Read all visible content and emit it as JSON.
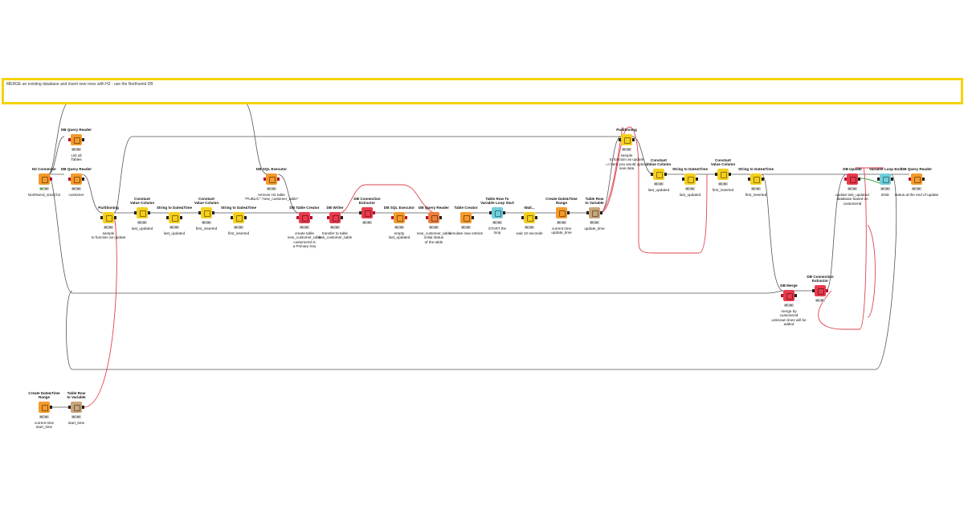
{
  "annotation": "MERGE an existing database and insert new rows with H2 - use the Northwind DB",
  "colors": {
    "annotation_border": "#f5d20c",
    "flow_variable_line": "#e0434f",
    "table_line": "#555555",
    "source": "#f59a2a",
    "manipulator": "#f6cf1c",
    "db": "#ea3a4d",
    "loop": "#6fcfdc"
  },
  "nodes": [
    {
      "id": "h2",
      "title": "H2 Connector",
      "label": "Northwind_small.h2",
      "color": "c-orange",
      "icon": "database-icon",
      "db_out": true
    },
    {
      "id": "qr1",
      "title": "DB Query Reader",
      "label": "List all\nTables",
      "color": "c-orange",
      "icon": "query-icon",
      "db_in": true
    },
    {
      "id": "qr2",
      "title": "DB Query Reader",
      "label": "customer",
      "color": "c-orange",
      "icon": "query-icon",
      "db_in": true
    },
    {
      "id": "part1",
      "title": "Partitioning",
      "label": "sample\nto function as update",
      "color": "c-yellow",
      "icon": "partition-icon"
    },
    {
      "id": "cvc1",
      "title": "Constant\nValue Column",
      "label": "last_updated",
      "color": "c-yellow",
      "icon": "column-icon"
    },
    {
      "id": "s2d1",
      "title": "String to Date&Time",
      "label": "last_updated",
      "color": "c-yellow",
      "icon": "datetime-icon"
    },
    {
      "id": "cvc2",
      "title": "Constant\nValue Column",
      "label": "first_inserted",
      "color": "c-yellow",
      "icon": "column-icon"
    },
    {
      "id": "s2d2",
      "title": "String to Date&Time",
      "label": "first_inserted",
      "color": "c-yellow",
      "icon": "datetime-icon"
    },
    {
      "id": "sqlx1",
      "title": "DB SQL Executor",
      "label": "remove H2 table\n\"PUBLIC\".\"new_customer_table\"",
      "color": "c-orange",
      "icon": "sql-icon",
      "db_in": true,
      "db_out": true
    },
    {
      "id": "tcr1",
      "title": "DB Table Creator",
      "label": "create table\nnew_customer_table\ncustomerId is\na Primary Key",
      "color": "c-red",
      "icon": "table-create-icon",
      "db_in": true,
      "db_out": true
    },
    {
      "id": "wr1",
      "title": "DB Writer",
      "label": "transfer to table\nnew_customer_table",
      "color": "c-red",
      "icon": "db-writer-icon",
      "db_in": true
    },
    {
      "id": "cex1",
      "title": "DB Connection\nExtractor",
      "label": "",
      "color": "c-red",
      "icon": "connection-icon",
      "db_out": true
    },
    {
      "id": "sqlx2",
      "title": "DB SQL Executor",
      "label": "empty\nlast_updated",
      "color": "c-orange",
      "icon": "sql-icon",
      "db_in": true,
      "db_out": true
    },
    {
      "id": "qr3",
      "title": "DB Query Reader",
      "label": "new_customer_table\ninitial status\nof the table",
      "color": "c-salmon",
      "icon": "query-icon",
      "db_in": true
    },
    {
      "id": "tc1",
      "title": "Table Creator",
      "label": "simulate new entries",
      "color": "c-orange",
      "icon": "table-icon"
    },
    {
      "id": "loop1",
      "title": "Table Row To\nVariable Loop Start",
      "label": "START the\nloop",
      "color": "c-blue",
      "icon": "loop-start-icon"
    },
    {
      "id": "wait1",
      "title": "Wait...",
      "label": "wait 10 seconds",
      "color": "c-yellow",
      "icon": "clock-icon"
    },
    {
      "id": "cdr1",
      "title": "Create Date&Time\nRange",
      "label": "current time\nupdate_time",
      "color": "c-orange",
      "icon": "calendar-icon"
    },
    {
      "id": "trv1",
      "title": "Table Row\nto Variable",
      "label": "update_time",
      "color": "c-tan",
      "icon": "variable-icon"
    },
    {
      "id": "part2",
      "title": "Partitioning",
      "label": "sample\nto function as update\n=> here you would upload\nnew data",
      "color": "c-yellow",
      "icon": "partition-icon"
    },
    {
      "id": "cvc3",
      "title": "Constant\nValue Column",
      "label": "last_updated",
      "color": "c-yellow",
      "icon": "column-icon"
    },
    {
      "id": "s2d3",
      "title": "String to Date&Time",
      "label": "last_updated",
      "color": "c-yellow",
      "icon": "datetime-icon"
    },
    {
      "id": "cvc4",
      "title": "Constant\nValue Column",
      "label": "first_inserted",
      "color": "c-yellow",
      "icon": "column-icon"
    },
    {
      "id": "s2d4",
      "title": "String to Date&Time",
      "label": "first_inserted",
      "color": "c-yellow",
      "icon": "datetime-icon"
    },
    {
      "id": "upd1",
      "title": "DB Update",
      "label": "update last_updated\ndatabase based on\ncustomerId",
      "color": "c-red",
      "icon": "db-update-icon",
      "db_in": true
    },
    {
      "id": "vle1",
      "title": "Variable Loop End",
      "label": "END",
      "color": "c-blue",
      "icon": "loop-end-icon"
    },
    {
      "id": "qr4",
      "title": "DB Query Reader",
      "label": "status at the end of update",
      "color": "c-orange",
      "icon": "query-icon",
      "db_in": true
    },
    {
      "id": "merge1",
      "title": "DB Merge",
      "label": "merge by\ncustomerId\nunknown lines will be\nadded",
      "color": "c-red",
      "icon": "db-merge-icon",
      "db_in": true
    },
    {
      "id": "cex2",
      "title": "DB Connection\nExtractor",
      "label": "",
      "color": "c-red",
      "icon": "connection-icon",
      "db_out": true
    },
    {
      "id": "cdr2",
      "title": "Create Date&Time\nRange",
      "label": "current time\nstart_time",
      "color": "c-orange",
      "icon": "calendar-icon"
    },
    {
      "id": "trv2",
      "title": "Table Row\nto Variable",
      "label": "start_time",
      "color": "c-tan",
      "icon": "variable-icon"
    }
  ]
}
